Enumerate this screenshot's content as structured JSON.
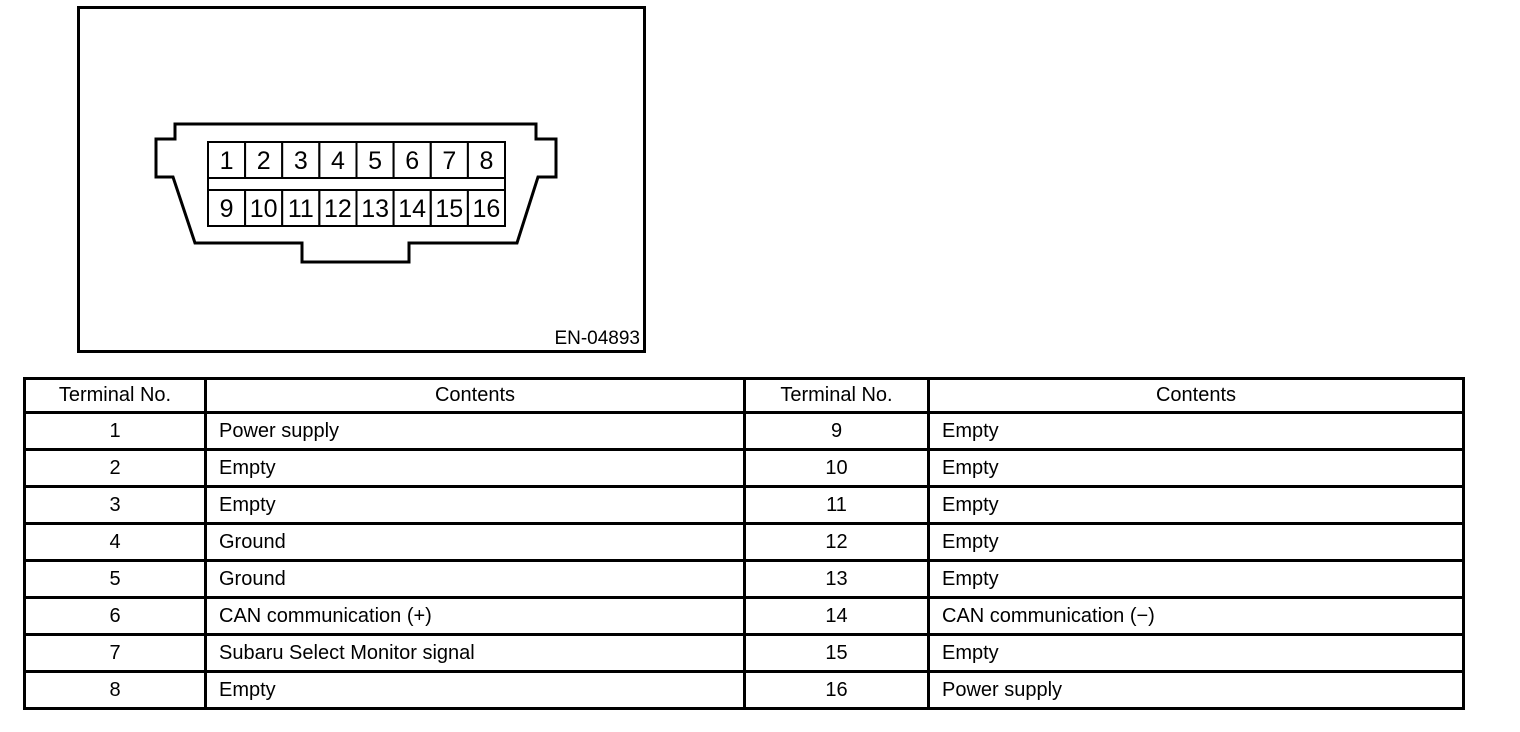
{
  "connector": {
    "figure_label": "EN-04893",
    "pins_top": [
      "1",
      "2",
      "3",
      "4",
      "5",
      "6",
      "7",
      "8"
    ],
    "pins_bottom": [
      "9",
      "10",
      "11",
      "12",
      "13",
      "14",
      "15",
      "16"
    ]
  },
  "table": {
    "headers": [
      "Terminal No.",
      "Contents",
      "Terminal No.",
      "Contents"
    ],
    "rows": [
      [
        "1",
        "Power supply",
        "9",
        "Empty"
      ],
      [
        "2",
        "Empty",
        "10",
        "Empty"
      ],
      [
        "3",
        "Empty",
        "11",
        "Empty"
      ],
      [
        "4",
        "Ground",
        "12",
        "Empty"
      ],
      [
        "5",
        "Ground",
        "13",
        "Empty"
      ],
      [
        "6",
        "CAN communication (+)",
        "14",
        "CAN communication (−)"
      ],
      [
        "7",
        "Subaru Select Monitor signal",
        "15",
        "Empty"
      ],
      [
        "8",
        "Empty",
        "16",
        "Power supply"
      ]
    ]
  }
}
